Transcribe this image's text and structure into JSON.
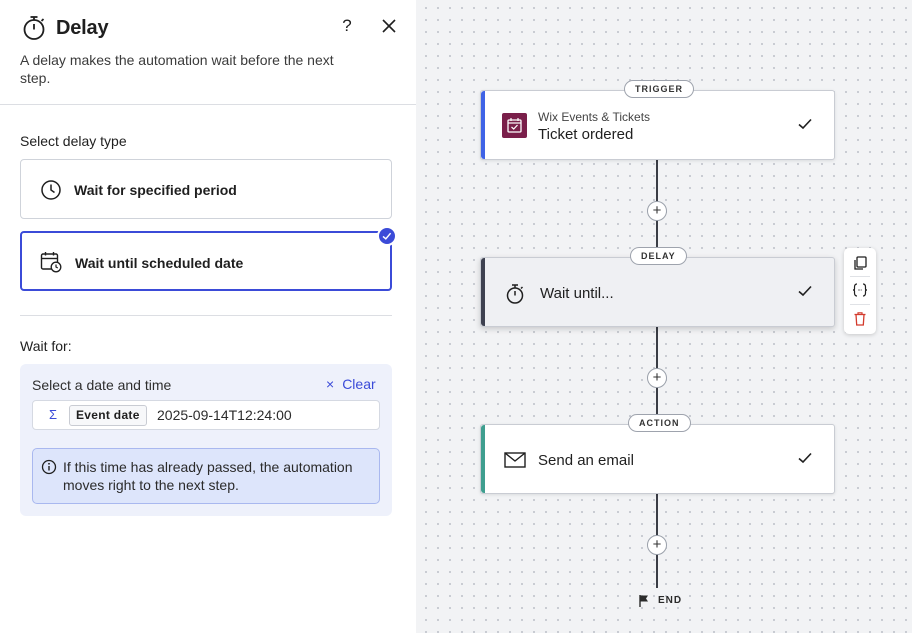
{
  "panel": {
    "title": "Delay",
    "help_label": "?",
    "description": "A delay makes the automation wait before the next step.",
    "delay_type_label": "Select delay type",
    "options": [
      {
        "label": "Wait for specified period",
        "icon": "clock-icon",
        "selected": false
      },
      {
        "label": "Wait until scheduled date",
        "icon": "calendar-clock-icon",
        "selected": true
      }
    ],
    "wait_for_label": "Wait for:",
    "date_section": {
      "label": "Select a date and time",
      "clear_icon": "×",
      "clear_label": "Clear",
      "sigma": "Σ",
      "token_label": "Event date",
      "value": "2025-09-14T12:24:00",
      "info_text": "If this time has already passed, the automation moves right to the next step."
    }
  },
  "canvas": {
    "add_label": "+",
    "nodes": [
      {
        "badge": "TRIGGER",
        "subtitle": "Wix Events & Tickets",
        "title": "Ticket ordered",
        "accent": "#3f63e6"
      },
      {
        "badge": "DELAY",
        "title": "Wait until...",
        "accent": "#3e4150"
      },
      {
        "badge": "ACTION",
        "title": "Send an email",
        "accent": "#3f9e8f"
      }
    ],
    "end_label": "END"
  },
  "colors": {
    "accent": "#3b4bd8",
    "trigger_app": "#7a1f4a",
    "delete": "#d33a2c"
  }
}
